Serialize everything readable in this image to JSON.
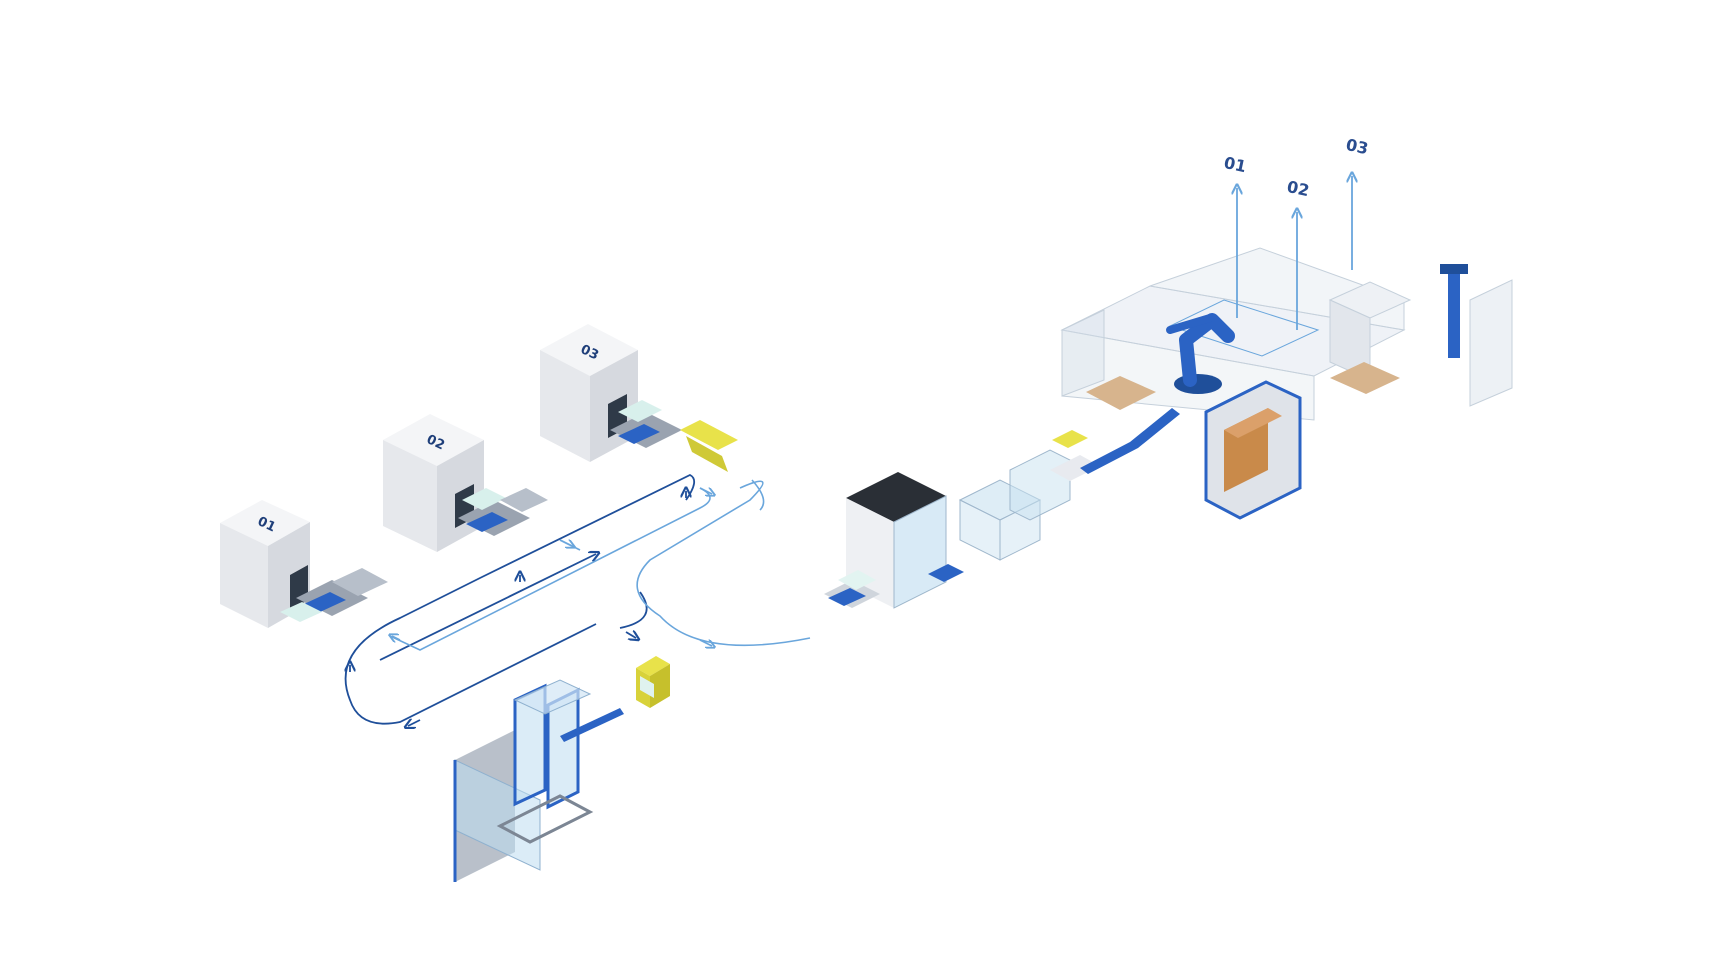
{
  "stations": [
    {
      "label": "01"
    },
    {
      "label": "02"
    },
    {
      "label": "03"
    }
  ],
  "outputs": [
    {
      "label": "01"
    },
    {
      "label": "02"
    },
    {
      "label": "03"
    }
  ],
  "colors": {
    "flow_dark": "#1f4f9a",
    "flow_light": "#6aa6dc",
    "machine_blue": "#2b63c4",
    "accent_yellow": "#e8e24a",
    "cabinet_grey": "#e4e6ea",
    "pallet_wood": "#c98a4a"
  }
}
